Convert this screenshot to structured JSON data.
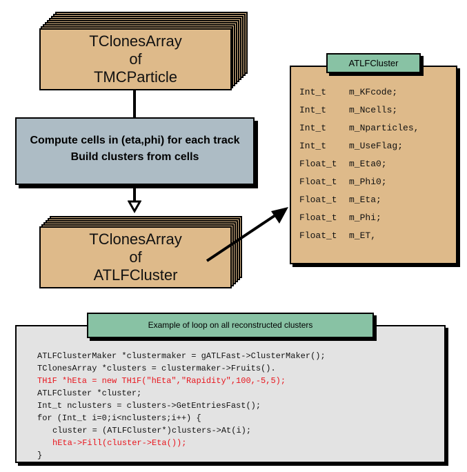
{
  "diagram": {
    "top_stack": {
      "lines": [
        "TClonesArray",
        "of",
        "TMCParticle"
      ]
    },
    "process_box": {
      "lines": [
        "Compute cells in (eta,phi) for each track",
        "Build clusters from cells"
      ]
    },
    "bottom_stack": {
      "lines": [
        "TClonesArray",
        "of",
        "ATLFCluster"
      ]
    },
    "struct": {
      "title": "ATLFCluster",
      "fields": [
        {
          "type": "Int_t",
          "name": "m_KFcode;"
        },
        {
          "type": "Int_t",
          "name": "m_Ncells;"
        },
        {
          "type": "Int_t",
          "name": "m_Nparticles,"
        },
        {
          "type": "Int_t",
          "name": "m_UseFlag;"
        },
        {
          "type": "Float_t",
          "name": "m_Eta0;"
        },
        {
          "type": "Float_t",
          "name": "m_Phi0;"
        },
        {
          "type": "Float_t",
          "name": "m_Eta;"
        },
        {
          "type": "Float_t",
          "name": "m_Phi;"
        },
        {
          "type": "Float_t",
          "name": "m_ET,"
        }
      ]
    },
    "example": {
      "title": "Example of loop on all reconstructed clusters",
      "code": [
        {
          "text": "ATLFClusterMaker *clustermaker = gATLFast->ClusterMaker();",
          "highlight": false,
          "indent": 0
        },
        {
          "text": "TClonesArray *clusters = clustermaker->Fruits().",
          "highlight": false,
          "indent": 0
        },
        {
          "text": "TH1F *hEta = new TH1F(\"hEta\",\"Rapidity\",100,-5,5);",
          "highlight": true,
          "indent": 0
        },
        {
          "text": "ATLFCluster *cluster;",
          "highlight": false,
          "indent": 0
        },
        {
          "text": "Int_t nclusters = clusters->GetEntriesFast();",
          "highlight": false,
          "indent": 0
        },
        {
          "text": "for (Int_t i=0;i<nclusters;i++) {",
          "highlight": false,
          "indent": 0
        },
        {
          "text": "cluster = (ATLFCluster*)clusters->At(i);",
          "highlight": false,
          "indent": 1
        },
        {
          "text": "hEta->Fill(cluster->Eta());",
          "highlight": true,
          "indent": 1
        },
        {
          "text": "}",
          "highlight": false,
          "indent": 0
        }
      ]
    },
    "colors": {
      "stack_fill": "#deba8a",
      "process_fill": "#adbcc5",
      "tab_fill": "#88c2a4",
      "code_bg": "#e3e3e3",
      "highlight_text": "#e8141c"
    }
  }
}
